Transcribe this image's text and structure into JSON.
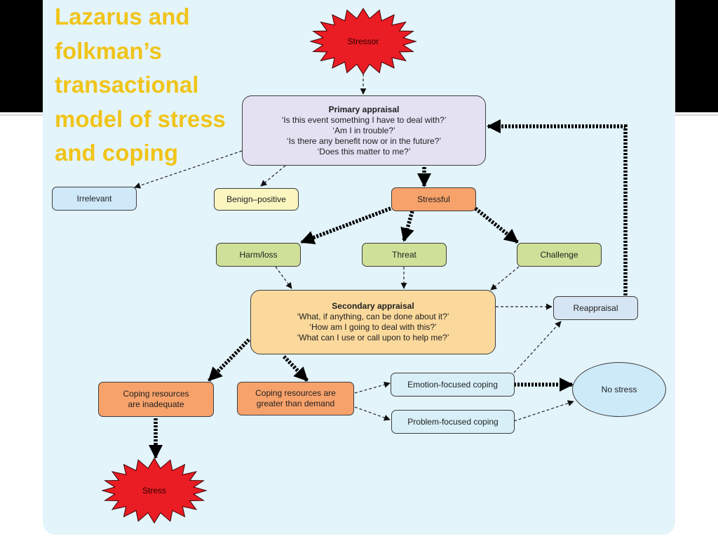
{
  "title_lines": [
    "Lazarus and",
    "folkman’s",
    "transactional",
    "model of stress",
    "and coping"
  ],
  "colors": {
    "title": "#f0c419",
    "panel": "#e4f4fb",
    "star": "#ea1c24"
  },
  "nodes": {
    "stressor": "Stressor",
    "primary": {
      "title": "Primary appraisal",
      "lines": [
        "‘Is this event something I have to deal with?’",
        "‘Am I in trouble?’",
        "‘Is there any benefit now or in the future?’",
        "‘Does this matter to me?’"
      ]
    },
    "irrelevant": "Irrelevant",
    "benign": "Benign–positive",
    "stressful": "Stressful",
    "harm": "Harm/loss",
    "threat": "Threat",
    "challenge": "Challenge",
    "secondary": {
      "title": "Secondary appraisal",
      "lines": [
        "‘What, if anything, can be done about it?’",
        "‘How am I going to deal with this?’",
        "‘What can I use or call upon to help me?’"
      ]
    },
    "reappraisal": "Reappraisal",
    "inadequate_lines": [
      "Coping resources",
      "are inadequate"
    ],
    "greater_lines": [
      "Coping resources are",
      "greater than demand"
    ],
    "emotion": "Emotion-focused coping",
    "problem": "Problem-focused coping",
    "nostress": "No stress",
    "stress": "Stress"
  }
}
